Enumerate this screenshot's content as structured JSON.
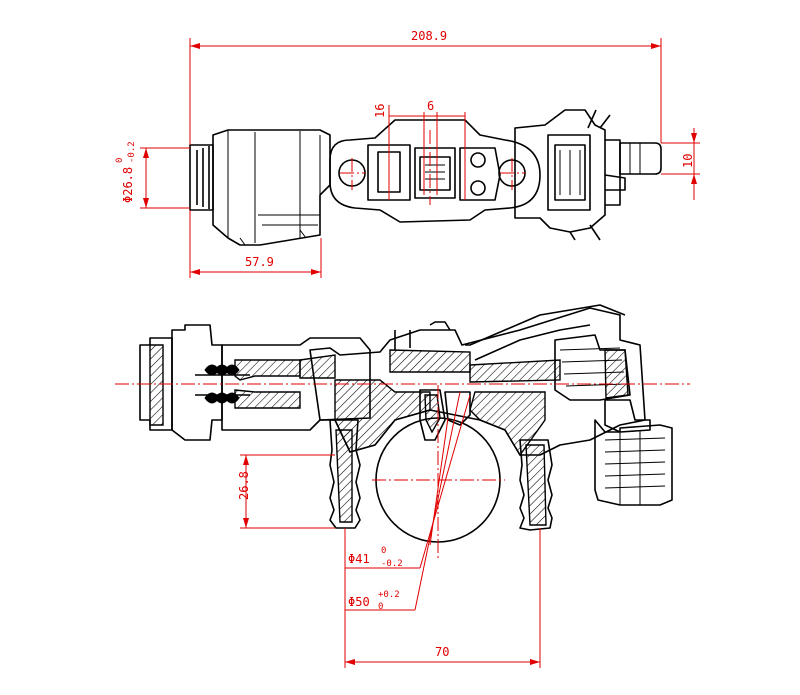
{
  "dimensions": {
    "overall_length": "208.9",
    "width_16": "16",
    "width_6": "6",
    "connector_10": "10",
    "length_57_9": "57.9",
    "height_26_8": "26.8",
    "span_70": "70",
    "diameter_26_8": {
      "symbol": "Φ",
      "value": "26.8",
      "upper_tol": "0",
      "lower_tol": "-0.2"
    },
    "diameter_41": {
      "symbol": "Φ",
      "value": "41",
      "upper_tol": "0",
      "lower_tol": "-0.2"
    },
    "diameter_50": {
      "symbol": "Φ",
      "value": "50",
      "upper_tol": "+0.2",
      "lower_tol": "0"
    }
  },
  "colors": {
    "dimension": "#e00000",
    "outline": "#000000"
  }
}
